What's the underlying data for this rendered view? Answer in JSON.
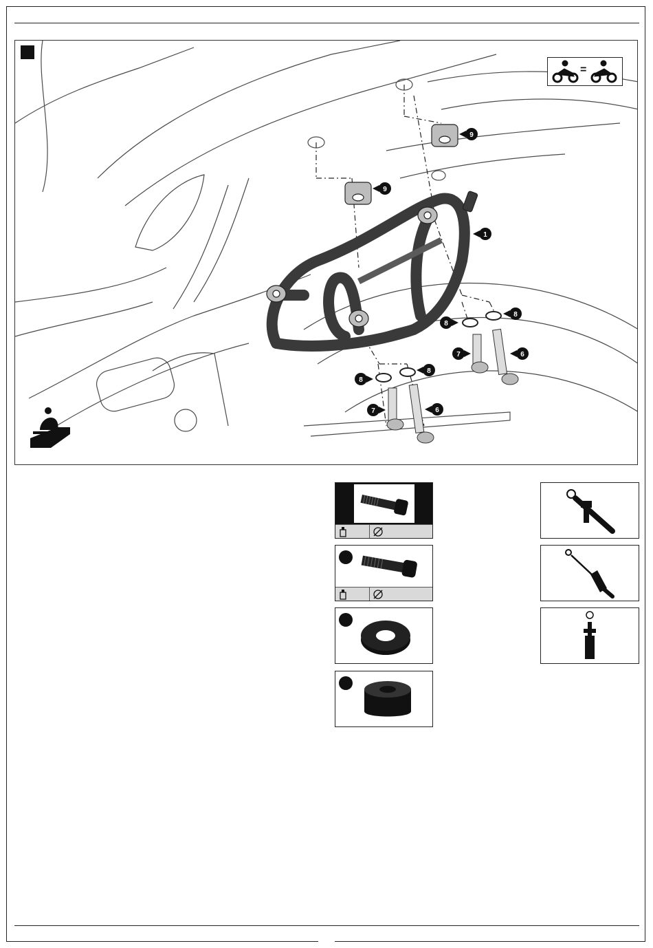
{
  "figure": {
    "step_marker": "",
    "callouts": [
      {
        "id": "callout-1",
        "label": "1",
        "part": "frame"
      },
      {
        "id": "callout-9a",
        "label": "9",
        "part": "spacer"
      },
      {
        "id": "callout-9b",
        "label": "9",
        "part": "spacer"
      },
      {
        "id": "callout-8a",
        "label": "8",
        "part": "washer"
      },
      {
        "id": "callout-8b",
        "label": "8",
        "part": "washer"
      },
      {
        "id": "callout-8c",
        "label": "8",
        "part": "washer"
      },
      {
        "id": "callout-8d",
        "label": "8",
        "part": "washer"
      },
      {
        "id": "callout-7a",
        "label": "7",
        "part": "short-bolt"
      },
      {
        "id": "callout-7b",
        "label": "7",
        "part": "short-bolt"
      },
      {
        "id": "callout-6a",
        "label": "6",
        "part": "long-bolt"
      },
      {
        "id": "callout-6b",
        "label": "6",
        "part": "long-bolt"
      }
    ],
    "symmetry_badge": "=",
    "colors": {
      "line": "#333333",
      "frame": "#3a3a3a",
      "dark": "#111111",
      "pad": "#bdbdbd"
    }
  },
  "parts": [
    {
      "name": "long-bolt",
      "icon": "allen-bolt-long-icon",
      "foot_icons": [
        "threadlocker-icon",
        "no-loctite-icon"
      ]
    },
    {
      "name": "short-bolt",
      "icon": "allen-bolt-short-icon",
      "foot_icons": [
        "threadlocker-icon",
        "no-loctite-icon"
      ]
    },
    {
      "name": "washer",
      "icon": "washer-icon"
    },
    {
      "name": "spacer",
      "icon": "rubber-spacer-icon"
    }
  ],
  "tools": [
    {
      "name": "ratchet-with-socket",
      "icon": "ratchet-socket-icon"
    },
    {
      "name": "torque-wrench",
      "icon": "torque-wrench-icon"
    },
    {
      "name": "hex-bit-socket",
      "icon": "hex-bit-icon"
    }
  ]
}
